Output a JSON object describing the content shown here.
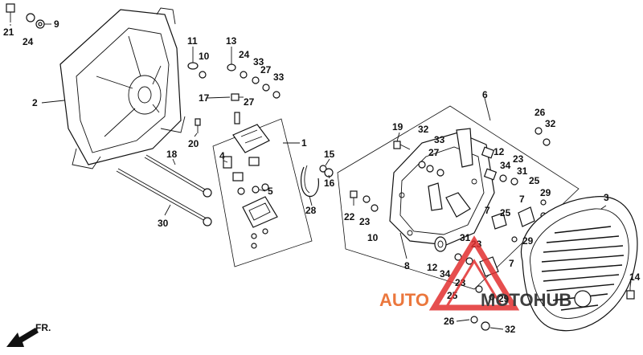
{
  "diagram": {
    "direction_label": "FR.",
    "callouts": [
      {
        "id": "c21a",
        "text": "21"
      },
      {
        "id": "c24a",
        "text": "24"
      },
      {
        "id": "c9",
        "text": "9"
      },
      {
        "id": "c2",
        "text": "2"
      },
      {
        "id": "c11",
        "text": "11"
      },
      {
        "id": "c10a",
        "text": "10"
      },
      {
        "id": "c13",
        "text": "13"
      },
      {
        "id": "c24b",
        "text": "24"
      },
      {
        "id": "c33a",
        "text": "33"
      },
      {
        "id": "c27a",
        "text": "27"
      },
      {
        "id": "c33b",
        "text": "33"
      },
      {
        "id": "c17",
        "text": "17"
      },
      {
        "id": "c27b",
        "text": "27"
      },
      {
        "id": "c20",
        "text": "20"
      },
      {
        "id": "c18",
        "text": "18"
      },
      {
        "id": "c30",
        "text": "30"
      },
      {
        "id": "c1",
        "text": "1"
      },
      {
        "id": "c4",
        "text": "4"
      },
      {
        "id": "c5",
        "text": "5"
      },
      {
        "id": "c15",
        "text": "15"
      },
      {
        "id": "c16",
        "text": "16"
      },
      {
        "id": "c28",
        "text": "28"
      },
      {
        "id": "c19",
        "text": "19"
      },
      {
        "id": "c32a",
        "text": "32"
      },
      {
        "id": "c33c",
        "text": "33"
      },
      {
        "id": "c27c",
        "text": "27"
      },
      {
        "id": "c6",
        "text": "6"
      },
      {
        "id": "c26a",
        "text": "26"
      },
      {
        "id": "c32b",
        "text": "32"
      },
      {
        "id": "c12a",
        "text": "12"
      },
      {
        "id": "c34a",
        "text": "34"
      },
      {
        "id": "c23a",
        "text": "23"
      },
      {
        "id": "c31a",
        "text": "31"
      },
      {
        "id": "c25a",
        "text": "25"
      },
      {
        "id": "c29a",
        "text": "29"
      },
      {
        "id": "c3",
        "text": "3"
      },
      {
        "id": "c7a",
        "text": "7"
      },
      {
        "id": "c7b",
        "text": "7"
      },
      {
        "id": "c25b",
        "text": "25"
      },
      {
        "id": "c22",
        "text": "22"
      },
      {
        "id": "c23b",
        "text": "23"
      },
      {
        "id": "c10b",
        "text": "10"
      },
      {
        "id": "c31b",
        "text": "31"
      },
      {
        "id": "c23c",
        "text": "23"
      },
      {
        "id": "c29b",
        "text": "29"
      },
      {
        "id": "c8",
        "text": "8"
      },
      {
        "id": "c12b",
        "text": "12"
      },
      {
        "id": "c34b",
        "text": "34"
      },
      {
        "id": "c7c",
        "text": "7"
      },
      {
        "id": "c23d",
        "text": "23"
      },
      {
        "id": "c25c",
        "text": "25"
      },
      {
        "id": "c29c",
        "text": "29"
      },
      {
        "id": "c26b",
        "text": "26"
      },
      {
        "id": "c32c",
        "text": "32"
      },
      {
        "id": "c14",
        "text": "14"
      }
    ]
  },
  "watermark": {
    "left_text": "AUTO",
    "right_text": "MOTOHUB",
    "colors": {
      "accent": "#e8601c",
      "dark": "#1e1e1e",
      "triangle": "#e23030"
    }
  }
}
